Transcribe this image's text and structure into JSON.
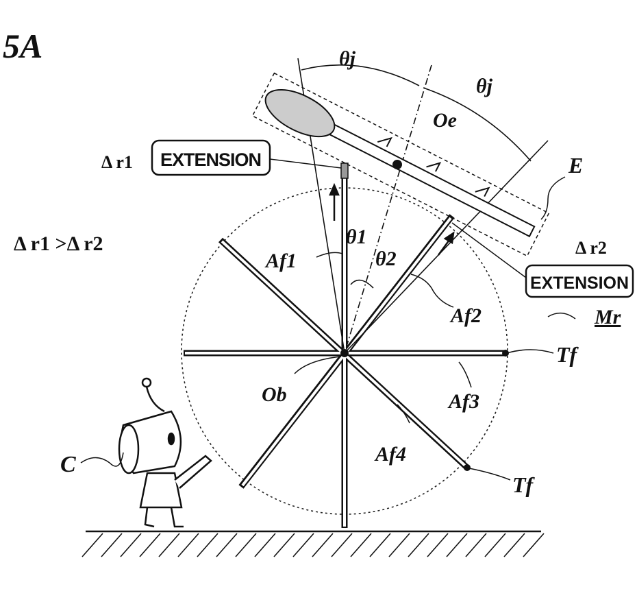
{
  "figure_label": "5A",
  "labels": {
    "theta_j_1": "θj",
    "theta_j_2": "θj",
    "oe": "Oe",
    "e": "E",
    "delta_r1": "Δ r1",
    "extension_1": "EXTENSION",
    "extension_2": "EXTENSION",
    "delta_r2": "Δ r2",
    "inequality": "Δ r1 >Δ r2",
    "theta1": "θ1",
    "theta2": "θ2",
    "af1": "Af1",
    "af2": "Af2",
    "af3": "Af3",
    "af4": "Af4",
    "mr": "Mr",
    "tf_1": "Tf",
    "tf_2": "Tf",
    "ob": "Ob",
    "c": "C"
  }
}
